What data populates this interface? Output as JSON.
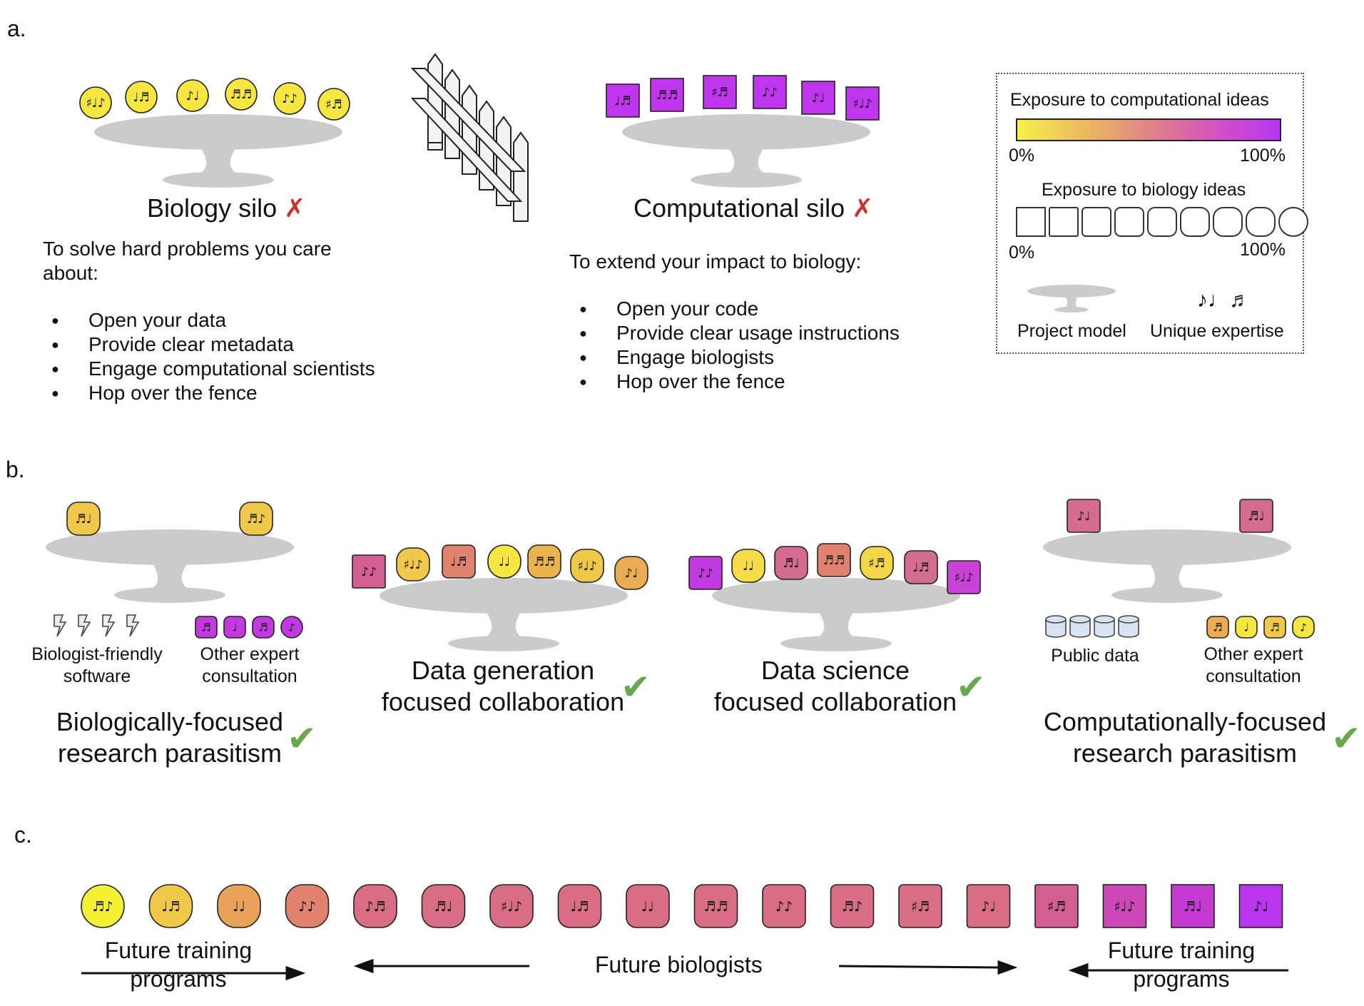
{
  "panel_a": {
    "label": "a.",
    "bio_silo": {
      "title": "Biology silo",
      "mark": "✗",
      "intro": "To solve hard problems you care about:",
      "intro_line1": "To solve hard problems you care",
      "intro_line2": "about:",
      "bullets": [
        "Open your data",
        "Provide clear metadata",
        "Engage computational scientists",
        "Hop over the fence"
      ],
      "experts": [
        {
          "notes": "♯♩♪",
          "color": "#f5e642"
        },
        {
          "notes": "♩♬",
          "color": "#f5e642"
        },
        {
          "notes": "♪♩",
          "color": "#f5e642"
        },
        {
          "notes": "♬♬",
          "color": "#f5e642"
        },
        {
          "notes": "♪♪",
          "color": "#f5e642"
        },
        {
          "notes": "♯♬",
          "color": "#f5e642"
        }
      ]
    },
    "comp_silo": {
      "title": "Computational silo",
      "mark": "✗",
      "intro": "To extend your impact to biology:",
      "bullets": [
        "Open your code",
        "Provide clear usage instructions",
        "Engage biologists",
        "Hop over the fence"
      ],
      "experts": [
        {
          "notes": "♩♬",
          "color": "#bf36ee"
        },
        {
          "notes": "♬♬",
          "color": "#bf36ee"
        },
        {
          "notes": "♯♬",
          "color": "#bf36ee"
        },
        {
          "notes": "♪♪",
          "color": "#bf36ee"
        },
        {
          "notes": "♪♩",
          "color": "#bf36ee"
        },
        {
          "notes": "♯♩♪",
          "color": "#bf36ee"
        }
      ]
    },
    "legend": {
      "comp_title": "Exposure to computational ideas",
      "comp_min": "0%",
      "comp_max": "100%",
      "bio_title": "Exposure to biology ideas",
      "bio_min": "0%",
      "bio_max": "100%",
      "notes": "♪♩♬",
      "project_model": "Project model",
      "unique_expertise": "Unique expertise"
    }
  },
  "panel_b": {
    "label": "b.",
    "bio_parasitism": {
      "title_line1": "Biologically-focused",
      "title_line2": "research parasitism",
      "mark": "✔",
      "software_label_1": "Biologist-friendly",
      "software_label_2": "software",
      "consult_label_1": "Other expert",
      "consult_label_2": "consultation",
      "experts": [
        {
          "notes": "♬♩",
          "color": "#f0c94a"
        },
        {
          "notes": "♬♪",
          "color": "#f0c94a"
        }
      ],
      "consultants": [
        {
          "notes": "♬",
          "color": "#c239e0"
        },
        {
          "notes": "♩",
          "color": "#c239e0"
        },
        {
          "notes": "♬",
          "color": "#c239e0"
        },
        {
          "notes": "♪",
          "color": "#c239e0"
        }
      ]
    },
    "data_gen": {
      "title_line1": "Data generation",
      "title_line2": "focused collaboration",
      "mark": "✔",
      "experts": [
        {
          "notes": "♪♪",
          "color": "#d35e92"
        },
        {
          "notes": "♯♩♪",
          "color": "#f0c94a"
        },
        {
          "notes": "♩♬",
          "color": "#e1826e"
        },
        {
          "notes": "♩♩",
          "color": "#f5e642"
        },
        {
          "notes": "♬♬",
          "color": "#eab34e"
        },
        {
          "notes": "♯♩♪",
          "color": "#f0c94a"
        },
        {
          "notes": "♪♩",
          "color": "#e9ac52"
        }
      ]
    },
    "data_sci": {
      "title_line1": "Data science",
      "title_line2": "focused collaboration",
      "mark": "✔",
      "experts": [
        {
          "notes": "♪♪",
          "color": "#c239e0"
        },
        {
          "notes": "♩♩",
          "color": "#f5dc48"
        },
        {
          "notes": "♬♩",
          "color": "#d46b90"
        },
        {
          "notes": "♬♬",
          "color": "#e1826e"
        },
        {
          "notes": "♯♬",
          "color": "#f3d648"
        },
        {
          "notes": "♩♬",
          "color": "#d46b90"
        },
        {
          "notes": "♯♩♪",
          "color": "#c842d6"
        }
      ]
    },
    "comp_parasitism": {
      "title_line1": "Computationally-focused",
      "title_line2": "research parasitism",
      "mark": "✔",
      "data_label": "Public data",
      "consult_label_1": "Other expert",
      "consult_label_2": "consultation",
      "experts": [
        {
          "notes": "♪♩",
          "color": "#d46b90"
        },
        {
          "notes": "♬♩",
          "color": "#d46b90"
        }
      ],
      "consultants": [
        {
          "notes": "♬",
          "color": "#e9ac52"
        },
        {
          "notes": "♩",
          "color": "#f5e642"
        },
        {
          "notes": "♬",
          "color": "#f0c94a"
        },
        {
          "notes": "♪",
          "color": "#f5e642"
        }
      ]
    }
  },
  "panel_c": {
    "label": "c.",
    "left_label_1": "Future training",
    "left_label_2": "programs",
    "center_label": "Future biologists",
    "right_label_1": "Future training",
    "right_label_2": "programs",
    "experts": [
      {
        "notes": "♬♪",
        "color": "#f5f032"
      },
      {
        "notes": "♩♬",
        "color": "#f0c94a"
      },
      {
        "notes": "♩♩",
        "color": "#e8a25a"
      },
      {
        "notes": "♪♪",
        "color": "#e1826e"
      },
      {
        "notes": "♪♬",
        "color": "#d96d85"
      },
      {
        "notes": "♬♩",
        "color": "#d96d85"
      },
      {
        "notes": "♯♩♪",
        "color": "#d96d85"
      },
      {
        "notes": "♩♬",
        "color": "#d96d85"
      },
      {
        "notes": "♩♩",
        "color": "#d96d85"
      },
      {
        "notes": "♬♬",
        "color": "#d96d85"
      },
      {
        "notes": "♪♪",
        "color": "#d96d85"
      },
      {
        "notes": "♬♪",
        "color": "#d96d85"
      },
      {
        "notes": "♯♬",
        "color": "#d96d85"
      },
      {
        "notes": "♪♩",
        "color": "#d96d85"
      },
      {
        "notes": "♯♬",
        "color": "#d35e92"
      },
      {
        "notes": "♯♩♪",
        "color": "#cc48b8"
      },
      {
        "notes": "♬♩",
        "color": "#c43ad2"
      },
      {
        "notes": "♪♩",
        "color": "#b936ee"
      }
    ]
  }
}
